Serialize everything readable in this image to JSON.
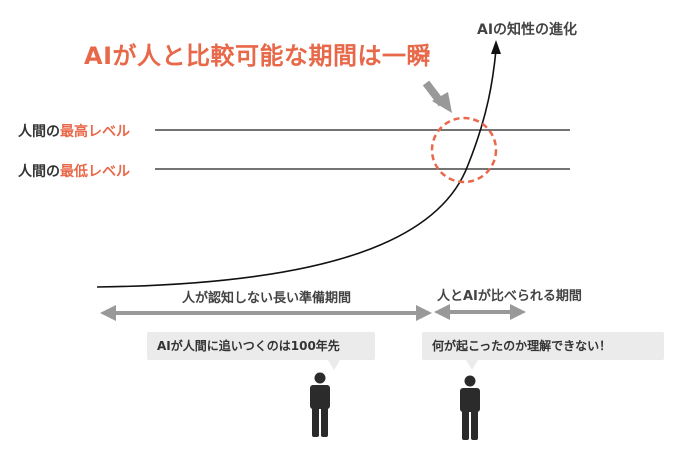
{
  "headline": "AIが人と比較可能な期間は一瞬",
  "curve_label": "AIの知性の進化",
  "levels": [
    {
      "prefix": "人間の",
      "emphasis": "最高レベル"
    },
    {
      "prefix": "人間の",
      "emphasis": "最低レベル"
    }
  ],
  "periods": {
    "long": "人が認知しない長い準備期間",
    "short": "人とAIが比べられる期間"
  },
  "speech": {
    "left": "AIが人間に追いつくのは100年先",
    "right": "何が起こったのか理解できない！"
  },
  "colors": {
    "accent": "#e8694a",
    "arrow": "#999999",
    "line": "#222222",
    "bubble": "#ebebeb",
    "person": "#2b2b2b"
  },
  "icons": [
    "person-icon",
    "down-arrow-icon",
    "double-arrow-icon"
  ]
}
